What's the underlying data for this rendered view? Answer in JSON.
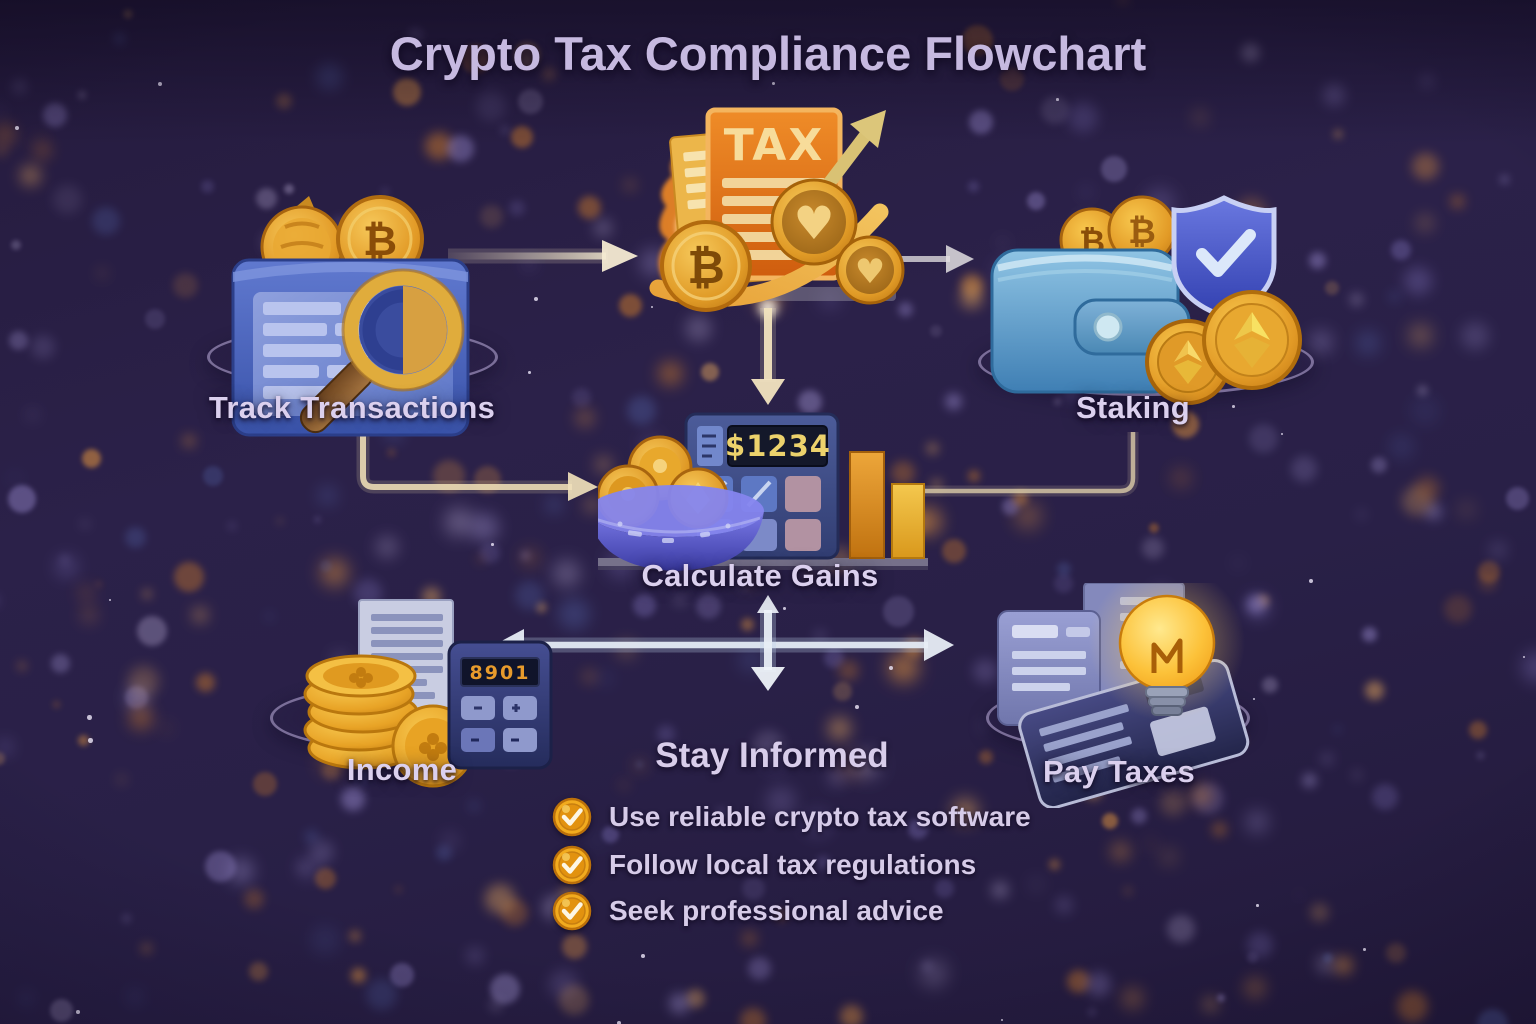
{
  "title": "Crypto Tax Compliance Flowchart",
  "icons": {
    "bitcoin_symbol": "₿",
    "heart_symbol": "♥"
  },
  "nodes": {
    "tax_document": {
      "doc_title": "TAX"
    },
    "track_transactions": {
      "label": "Track Transactions"
    },
    "staking": {
      "label": "Staking"
    },
    "calculate_gains": {
      "label": "Calculate Gains",
      "calculator_display": "$1234"
    },
    "income": {
      "label": "Income",
      "calculator_display": "8901"
    },
    "pay_taxes": {
      "label": "Pay Taxes"
    },
    "stay_informed": {
      "heading": "Stay Informed",
      "items": [
        {
          "label": "Use reliable crypto tax software"
        },
        {
          "label": "Follow local tax regulations"
        },
        {
          "label": "Seek professional advice"
        }
      ]
    }
  },
  "colors": {
    "background": "#2a2047",
    "accent_gold": "#e8a62c",
    "accent_orange": "#e0701d",
    "accent_blue": "#4a85b8",
    "title_text": "#c6b9e0",
    "label_text": "#dbd0ee",
    "arrow_cream": "#efe2c2",
    "arrow_blue_white": "#e3eaf4"
  }
}
